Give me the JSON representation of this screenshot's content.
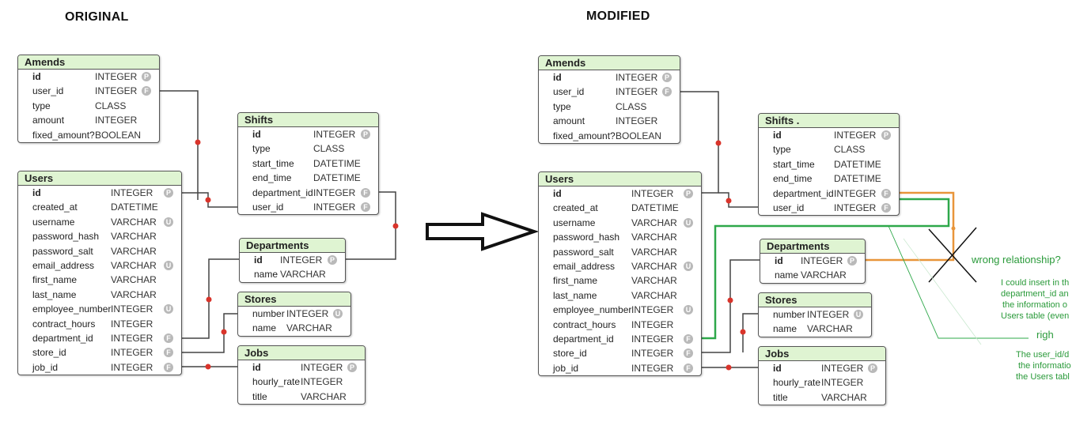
{
  "titles": {
    "original": "ORIGINAL",
    "modified": "MODIFIED"
  },
  "original": {
    "amends": {
      "name": "Amends",
      "fields": [
        {
          "name": "id",
          "type": "INTEGER",
          "key": "P",
          "pk": true
        },
        {
          "name": "user_id",
          "type": "INTEGER",
          "key": "F"
        },
        {
          "name": "type",
          "type": "CLASS",
          "key": ""
        },
        {
          "name": "amount",
          "type": "INTEGER",
          "key": ""
        },
        {
          "name": "fixed_amount?",
          "type": "BOOLEAN",
          "key": ""
        }
      ]
    },
    "users": {
      "name": "Users",
      "fields": [
        {
          "name": "id",
          "type": "INTEGER",
          "key": "P",
          "pk": true
        },
        {
          "name": "created_at",
          "type": "DATETIME",
          "key": ""
        },
        {
          "name": "username",
          "type": "VARCHAR",
          "key": "U"
        },
        {
          "name": "password_hash",
          "type": "VARCHAR",
          "key": ""
        },
        {
          "name": "password_salt",
          "type": "VARCHAR",
          "key": ""
        },
        {
          "name": "email_address",
          "type": "VARCHAR",
          "key": "U"
        },
        {
          "name": "first_name",
          "type": "VARCHAR",
          "key": ""
        },
        {
          "name": "last_name",
          "type": "VARCHAR",
          "key": ""
        },
        {
          "name": "employee_number",
          "type": "INTEGER",
          "key": "U"
        },
        {
          "name": "contract_hours",
          "type": "INTEGER",
          "key": ""
        },
        {
          "name": "department_id",
          "type": "INTEGER",
          "key": "F"
        },
        {
          "name": "store_id",
          "type": "INTEGER",
          "key": "F"
        },
        {
          "name": "job_id",
          "type": "INTEGER",
          "key": "F"
        }
      ]
    },
    "shifts": {
      "name": "Shifts",
      "fields": [
        {
          "name": "id",
          "type": "INTEGER",
          "key": "P",
          "pk": true
        },
        {
          "name": "type",
          "type": "CLASS",
          "key": ""
        },
        {
          "name": "start_time",
          "type": "DATETIME",
          "key": ""
        },
        {
          "name": "end_time",
          "type": "DATETIME",
          "key": ""
        },
        {
          "name": "department_id",
          "type": "INTEGER",
          "key": "F"
        },
        {
          "name": "user_id",
          "type": "INTEGER",
          "key": "F"
        }
      ]
    },
    "departments": {
      "name": "Departments",
      "fields": [
        {
          "name": "id",
          "type": "INTEGER",
          "key": "P",
          "pk": true
        },
        {
          "name": "name",
          "type": "VARCHAR",
          "key": ""
        }
      ]
    },
    "stores": {
      "name": "Stores",
      "fields": [
        {
          "name": "number",
          "type": "INTEGER",
          "key": "U"
        },
        {
          "name": "name",
          "type": "VARCHAR",
          "key": ""
        }
      ]
    },
    "jobs": {
      "name": "Jobs",
      "fields": [
        {
          "name": "id",
          "type": "INTEGER",
          "key": "P",
          "pk": true
        },
        {
          "name": "hourly_rate",
          "type": "INTEGER",
          "key": ""
        },
        {
          "name": "title",
          "type": "VARCHAR",
          "key": ""
        }
      ]
    }
  },
  "modified": {
    "amends": {
      "name": "Amends",
      "fields": [
        {
          "name": "id",
          "type": "INTEGER",
          "key": "P",
          "pk": true
        },
        {
          "name": "user_id",
          "type": "INTEGER",
          "key": "F"
        },
        {
          "name": "type",
          "type": "CLASS",
          "key": ""
        },
        {
          "name": "amount",
          "type": "INTEGER",
          "key": ""
        },
        {
          "name": "fixed_amount?",
          "type": "BOOLEAN",
          "key": ""
        }
      ]
    },
    "users": {
      "name": "Users",
      "fields": [
        {
          "name": "id",
          "type": "INTEGER",
          "key": "P",
          "pk": true
        },
        {
          "name": "created_at",
          "type": "DATETIME",
          "key": ""
        },
        {
          "name": "username",
          "type": "VARCHAR",
          "key": "U"
        },
        {
          "name": "password_hash",
          "type": "VARCHAR",
          "key": ""
        },
        {
          "name": "password_salt",
          "type": "VARCHAR",
          "key": ""
        },
        {
          "name": "email_address",
          "type": "VARCHAR",
          "key": "U"
        },
        {
          "name": "first_name",
          "type": "VARCHAR",
          "key": ""
        },
        {
          "name": "last_name",
          "type": "VARCHAR",
          "key": ""
        },
        {
          "name": "employee_number",
          "type": "INTEGER",
          "key": "U"
        },
        {
          "name": "contract_hours",
          "type": "INTEGER",
          "key": ""
        },
        {
          "name": "department_id",
          "type": "INTEGER",
          "key": "F"
        },
        {
          "name": "store_id",
          "type": "INTEGER",
          "key": "F"
        },
        {
          "name": "job_id",
          "type": "INTEGER",
          "key": "F"
        }
      ]
    },
    "shifts": {
      "name": "Shifts        .",
      "fields": [
        {
          "name": "id",
          "type": "INTEGER",
          "key": "P",
          "pk": true
        },
        {
          "name": "type",
          "type": "CLASS",
          "key": ""
        },
        {
          "name": "start_time",
          "type": "DATETIME",
          "key": ""
        },
        {
          "name": "end_time",
          "type": "DATETIME",
          "key": ""
        },
        {
          "name": "department_id",
          "type": "INTEGER",
          "key": "F"
        },
        {
          "name": "user_id",
          "type": "INTEGER",
          "key": "F"
        }
      ]
    },
    "departments": {
      "name": "Departments",
      "fields": [
        {
          "name": "id",
          "type": "INTEGER",
          "key": "P",
          "pk": true
        },
        {
          "name": "name",
          "type": "VARCHAR",
          "key": ""
        }
      ]
    },
    "stores": {
      "name": "Stores",
      "fields": [
        {
          "name": "number",
          "type": "INTEGER",
          "key": "U"
        },
        {
          "name": "name",
          "type": "VARCHAR",
          "key": ""
        }
      ]
    },
    "jobs": {
      "name": "Jobs",
      "fields": [
        {
          "name": "id",
          "type": "INTEGER",
          "key": "P",
          "pk": true
        },
        {
          "name": "hourly_rate",
          "type": "INTEGER",
          "key": ""
        },
        {
          "name": "title",
          "type": "VARCHAR",
          "key": ""
        }
      ]
    }
  },
  "annotations": {
    "wrong": "wrong relationship?",
    "note1": [
      "I could insert in th",
      "department_id an",
      " the information o",
      "Users table  (even"
    ],
    "right": "righ",
    "note2": [
      "The user_id/d",
      "the informatio",
      "the Users tabl"
    ]
  },
  "colors": {
    "header": "#dff4d2",
    "line": "#444444",
    "dot": "#d9342b",
    "green": "#2ea84a",
    "orange": "#e8953a"
  }
}
